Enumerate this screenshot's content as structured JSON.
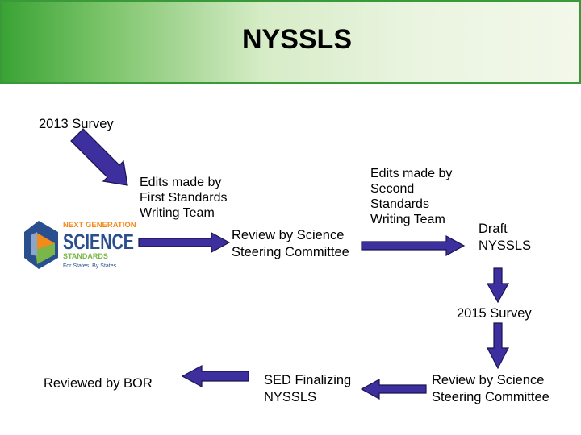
{
  "title": "NYSSLS",
  "logo": {
    "line1": "NEXT GENERATION",
    "line2": "SCIENCE",
    "line3": "STANDARDS",
    "line4": "For States, By States"
  },
  "nodes": {
    "survey_2013": [
      "2013 Survey"
    ],
    "edits_first": [
      "Edits made by",
      "First Standards",
      "Writing Team"
    ],
    "review_steering_1": [
      "Review by Science",
      "Steering Committee"
    ],
    "edits_second": [
      "Edits made by",
      "Second",
      "Standards",
      "Writing Team"
    ],
    "draft": [
      "Draft",
      "NYSSLS"
    ],
    "survey_2015": [
      "2015 Survey"
    ],
    "review_steering_2": [
      "Review by Science",
      "Steering Committee"
    ],
    "sed_finalizing": [
      "SED Finalizing",
      "NYSSLS"
    ],
    "reviewed_bor": [
      "Reviewed by BOR"
    ]
  },
  "colors": {
    "arrow_fill": "#3d2f9e",
    "arrow_stroke": "#1a1450",
    "title_border": "#3a9a3a",
    "logo_orange": "#f28a1c",
    "logo_blue": "#2a4f8f",
    "logo_green": "#7ab648"
  }
}
